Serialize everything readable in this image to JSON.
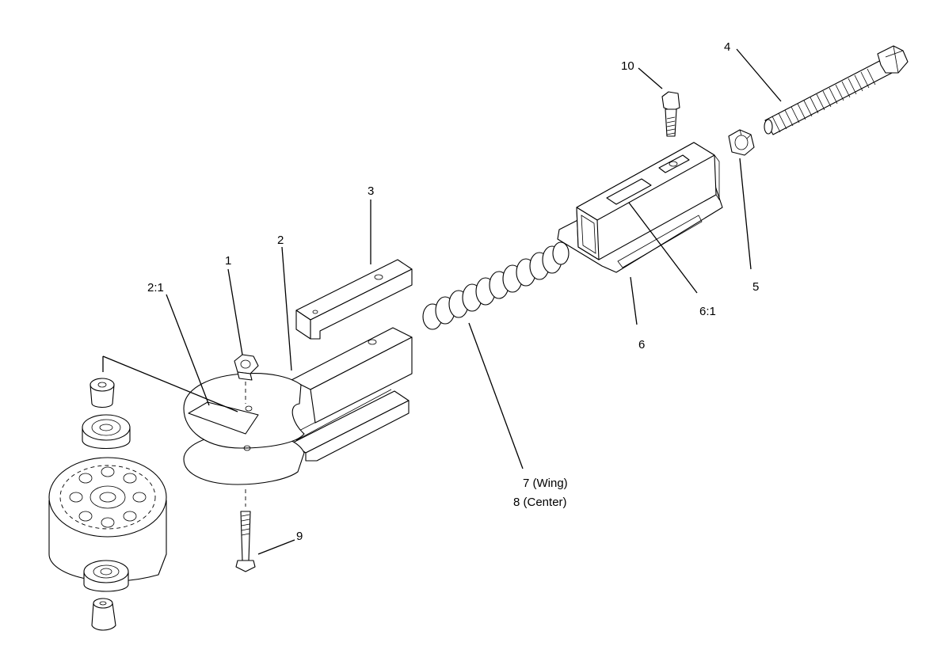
{
  "labels": {
    "l1": "1",
    "l2": "2",
    "l2_1": "2:1",
    "l3": "3",
    "l4": "4",
    "l5": "5",
    "l6": "6",
    "l6_1": "6:1",
    "l7": "7 (Wing)",
    "l8": "8 (Center)",
    "l9": "9",
    "l10": "10"
  }
}
